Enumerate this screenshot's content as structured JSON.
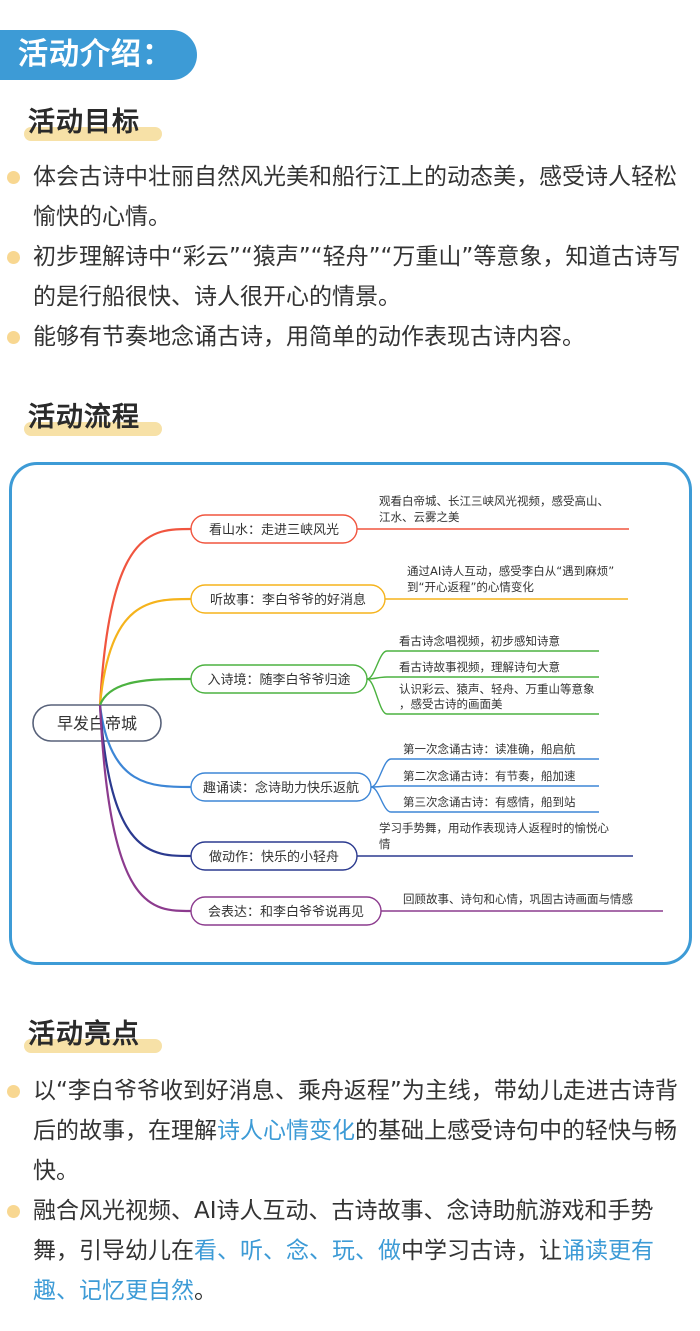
{
  "banner": "活动介绍：",
  "goals": {
    "title": "活动目标",
    "items": [
      "体会古诗中壮丽自然风光美和船行江上的动态美，感受诗人轻松愉快的心情。",
      "初步理解诗中“彩云”“猿声”“轻舟”“万重山”等意象，知道古诗写的是行船很快、诗人很开心的情景。",
      "能够有节奏地念诵古诗，用简单的动作表现古诗内容。"
    ]
  },
  "process": {
    "title": "活动流程",
    "root": "早发白帝城",
    "branches": [
      {
        "label": "看山水：走进三峡风光",
        "color": "#f0553f",
        "details": [
          "观看白帝城、长江三峡风光视频，感受高山、江水、云雾之美"
        ]
      },
      {
        "label": "听故事：李白爷爷的好消息",
        "color": "#f5b31c",
        "details": [
          "通过AI诗人互动，感受李白从“遇到麻烦”到“开心返程”的心情变化"
        ]
      },
      {
        "label": "入诗境：随李白爷爷归途",
        "color": "#4cb240",
        "details": [
          "看古诗念唱视频，初步感知诗意",
          "看古诗故事视频，理解诗句大意",
          "认识彩云、猿声、轻舟、万重山等意象，感受古诗的画面美"
        ]
      },
      {
        "label": "趣诵读：念诗助力快乐返航",
        "color": "#3d86d6",
        "details": [
          "第一次念诵古诗：读准确，船启航",
          "第二次念诵古诗：有节奏，船加速",
          "第三次念诵古诗：有感情，船到站"
        ]
      },
      {
        "label": "做动作：快乐的小轻舟",
        "color": "#2b3a8f",
        "details": [
          "学习手势舞，用动作表现诗人返程时的愉悦心情"
        ]
      },
      {
        "label": "会表达：和李白爷爷说再见",
        "color": "#8c3b8e",
        "details": [
          "回顾故事、诗句和心情，巩固古诗画面与情感"
        ]
      }
    ]
  },
  "highlights": {
    "title": "活动亮点",
    "item1": {
      "a": "以“李白爷爷收到好消息、乘舟返程”为主线，带幼儿走进古诗背后的故事，在理解",
      "b": "诗人心情变化",
      "c": "的基础上感受诗句中的轻快与畅快。"
    },
    "item2": {
      "a": "融合风光视频、AI诗人互动、古诗故事、念诗助航游戏和手势舞，引导幼儿在",
      "b": "看、听、念、玩、做",
      "c": "中学习古诗，让",
      "d": "诵读更有趣、记忆更自然",
      "e": "。"
    }
  }
}
